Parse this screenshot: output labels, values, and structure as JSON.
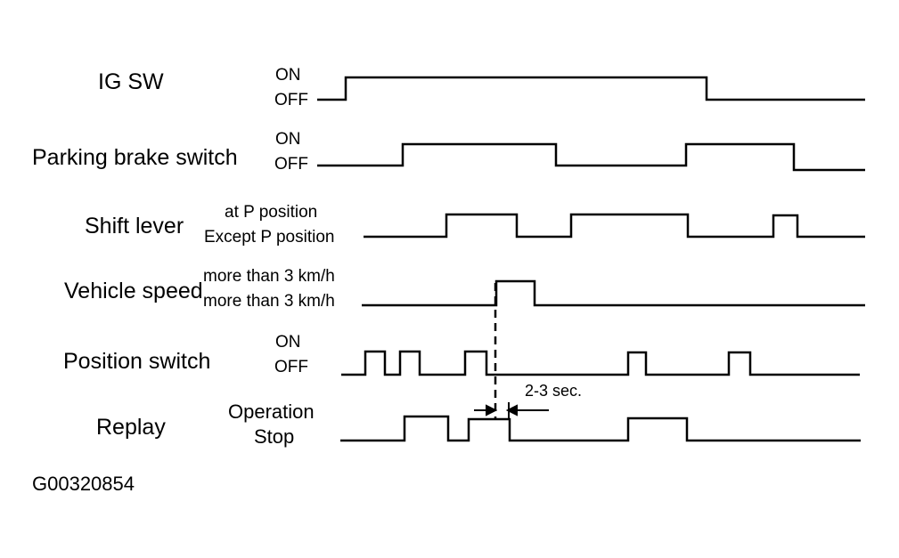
{
  "signals": [
    {
      "name": "IG SW",
      "high_label": "ON",
      "low_label": "OFF"
    },
    {
      "name": "Parking brake switch",
      "high_label": "ON",
      "low_label": "OFF"
    },
    {
      "name": "Shift lever",
      "high_label": "at P position",
      "low_label": "Except P position"
    },
    {
      "name": "Vehicle speed",
      "high_label": "more than 3 km/h",
      "low_label": "more than 3 km/h"
    },
    {
      "name": "Position switch",
      "high_label": "ON",
      "low_label": "OFF"
    },
    {
      "name": "Replay",
      "high_label": "Operation",
      "low_label": "Stop"
    }
  ],
  "annotation": {
    "delay": "2-3 sec."
  },
  "figure_code": "G00320854",
  "colors": {
    "line": "#000000",
    "background": "#ffffff"
  }
}
